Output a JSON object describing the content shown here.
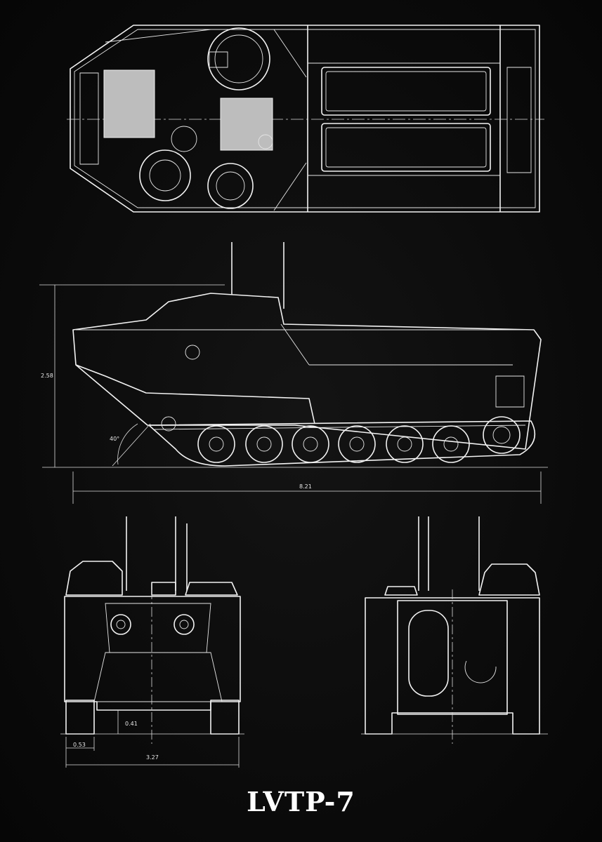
{
  "title": "LVTP-7",
  "side_view": {
    "height_label": "2.58",
    "length_label": "8.21",
    "angle_label": "40°"
  },
  "front_view": {
    "track_width_label": "0.53",
    "ground_clearance_label": "0.41",
    "width_label": "3.27"
  },
  "colors": {
    "background": "#0b0b0b",
    "line": "#f2f2f2"
  }
}
